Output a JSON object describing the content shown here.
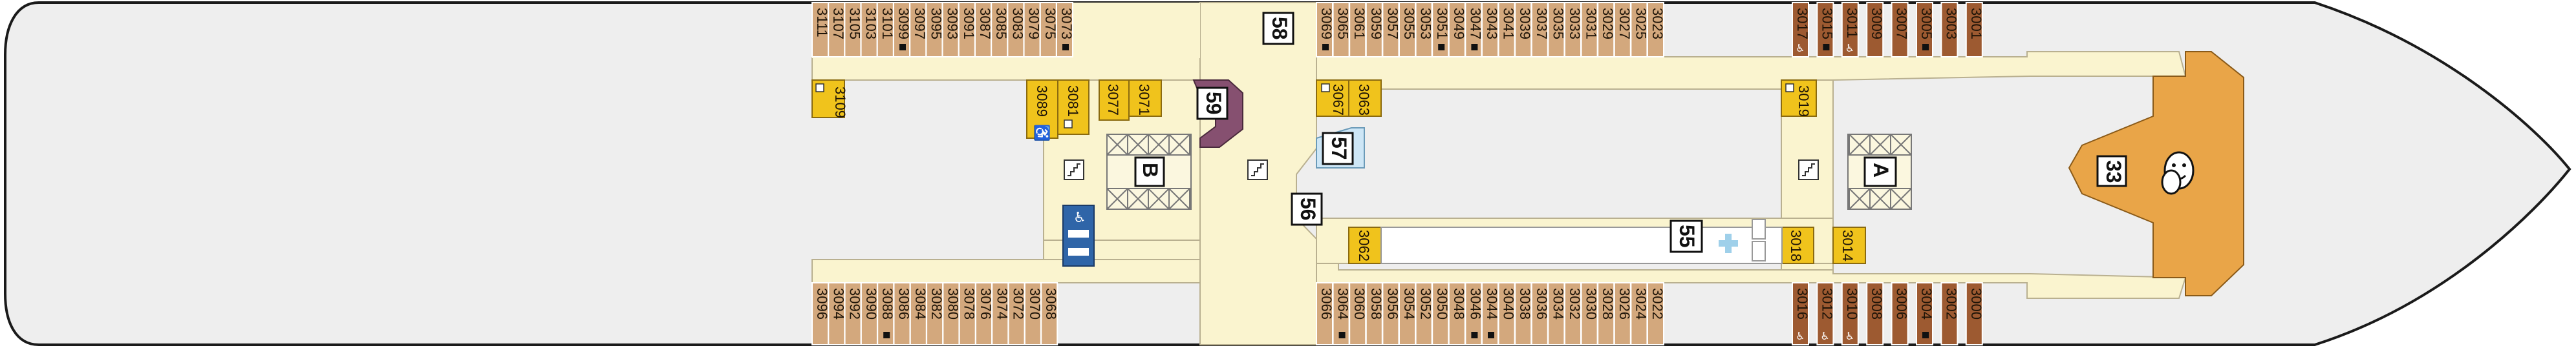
{
  "colors": {
    "hull": "#eeeeee",
    "corridor": "#faf4cf",
    "cabin_light": "#d3a87d",
    "cabin_dark": "#9d5a31",
    "suite_yellow": "#f0c31c",
    "theatre": "#e9a548",
    "purple": "#865070",
    "medical": "#cde6f6",
    "stair_light": "#fbf7df",
    "wheelchair_blue": "#2f65a8"
  },
  "cabins_top": [
    {
      "num": "3111"
    },
    {
      "num": "3107"
    },
    {
      "num": "3105"
    },
    {
      "num": "3103"
    },
    {
      "num": "3101"
    },
    {
      "num": "3099",
      "mark": "sq"
    },
    {
      "num": "3097"
    },
    {
      "num": "3095"
    },
    {
      "num": "3093"
    },
    {
      "num": "3091"
    },
    {
      "num": "3087"
    },
    {
      "num": "3085"
    },
    {
      "num": "3083"
    },
    {
      "num": "3079"
    },
    {
      "num": "3075"
    },
    {
      "num": "3073",
      "mark": "sq"
    },
    {
      "num": "3069",
      "mark": "sq"
    },
    {
      "num": "3065"
    },
    {
      "num": "3061"
    },
    {
      "num": "3059"
    },
    {
      "num": "3057"
    },
    {
      "num": "3055"
    },
    {
      "num": "3053"
    },
    {
      "num": "3051",
      "mark": "sq"
    },
    {
      "num": "3049"
    },
    {
      "num": "3047",
      "mark": "sq"
    },
    {
      "num": "3043"
    },
    {
      "num": "3041"
    },
    {
      "num": "3039"
    },
    {
      "num": "3037"
    },
    {
      "num": "3035"
    },
    {
      "num": "3033"
    },
    {
      "num": "3031"
    },
    {
      "num": "3029"
    },
    {
      "num": "3027"
    },
    {
      "num": "3025"
    },
    {
      "num": "3023"
    },
    {
      "num": "3017",
      "mark": "wc",
      "dark": true
    },
    {
      "num": "3015",
      "mark": "sq",
      "dark": true
    },
    {
      "num": "3011",
      "mark": "wc",
      "dark": true
    },
    {
      "num": "3009",
      "dark": true
    },
    {
      "num": "3007",
      "dark": true
    },
    {
      "num": "3005",
      "mark": "sq",
      "dark": true
    },
    {
      "num": "3003",
      "dark": true
    },
    {
      "num": "3001",
      "dark": true
    }
  ],
  "cabins_bottom": [
    {
      "num": "3096"
    },
    {
      "num": "3094"
    },
    {
      "num": "3092"
    },
    {
      "num": "3090"
    },
    {
      "num": "3088",
      "mark": "sq"
    },
    {
      "num": "3086"
    },
    {
      "num": "3084"
    },
    {
      "num": "3082"
    },
    {
      "num": "3080"
    },
    {
      "num": "3078"
    },
    {
      "num": "3076"
    },
    {
      "num": "3074"
    },
    {
      "num": "3072"
    },
    {
      "num": "3070"
    },
    {
      "num": "3068"
    },
    {
      "num": "3066"
    },
    {
      "num": "3064",
      "mark": "sq"
    },
    {
      "num": "3060"
    },
    {
      "num": "3058"
    },
    {
      "num": "3056"
    },
    {
      "num": "3054"
    },
    {
      "num": "3052"
    },
    {
      "num": "3050"
    },
    {
      "num": "3048"
    },
    {
      "num": "3046",
      "mark": "sq"
    },
    {
      "num": "3044",
      "mark": "sq"
    },
    {
      "num": "3040"
    },
    {
      "num": "3038"
    },
    {
      "num": "3036"
    },
    {
      "num": "3034"
    },
    {
      "num": "3032"
    },
    {
      "num": "3030"
    },
    {
      "num": "3028"
    },
    {
      "num": "3026"
    },
    {
      "num": "3024"
    },
    {
      "num": "3022"
    },
    {
      "num": "3016",
      "mark": "wc",
      "dark": true
    },
    {
      "num": "3012",
      "mark": "wc",
      "dark": true
    },
    {
      "num": "3010",
      "mark": "wc",
      "dark": true
    },
    {
      "num": "3008",
      "dark": true
    },
    {
      "num": "3006",
      "dark": true
    },
    {
      "num": "3004",
      "mark": "sq",
      "dark": true
    },
    {
      "num": "3002",
      "dark": true
    },
    {
      "num": "3000",
      "dark": true
    }
  ],
  "suites": [
    {
      "id": "3109",
      "label": "3109"
    },
    {
      "id": "3089",
      "label": "3089",
      "mark": "wc"
    },
    {
      "id": "3081",
      "label": "3081",
      "mark": "wc"
    },
    {
      "id": "3077",
      "label": "3077"
    },
    {
      "id": "3071",
      "label": "3071"
    },
    {
      "id": "3067",
      "label": "3067"
    },
    {
      "id": "3063",
      "label": "3063"
    },
    {
      "id": "3019",
      "label": "3019"
    },
    {
      "id": "3062",
      "label": "3062"
    },
    {
      "id": "3018",
      "label": "3018"
    },
    {
      "id": "3014",
      "label": "3014"
    }
  ],
  "areas": {
    "a33": "33",
    "a55": "55",
    "a56": "56",
    "a57": "57",
    "a58": "58",
    "a59": "59"
  },
  "lifts": {
    "a": "A",
    "b": "B"
  },
  "icons": {
    "wheelchair": "wheelchair-icon",
    "stairs": "stairs-icon",
    "medical": "medical-cross-icon",
    "theatre": "theatre-masks-icon",
    "toilets": "restroom-icon"
  }
}
